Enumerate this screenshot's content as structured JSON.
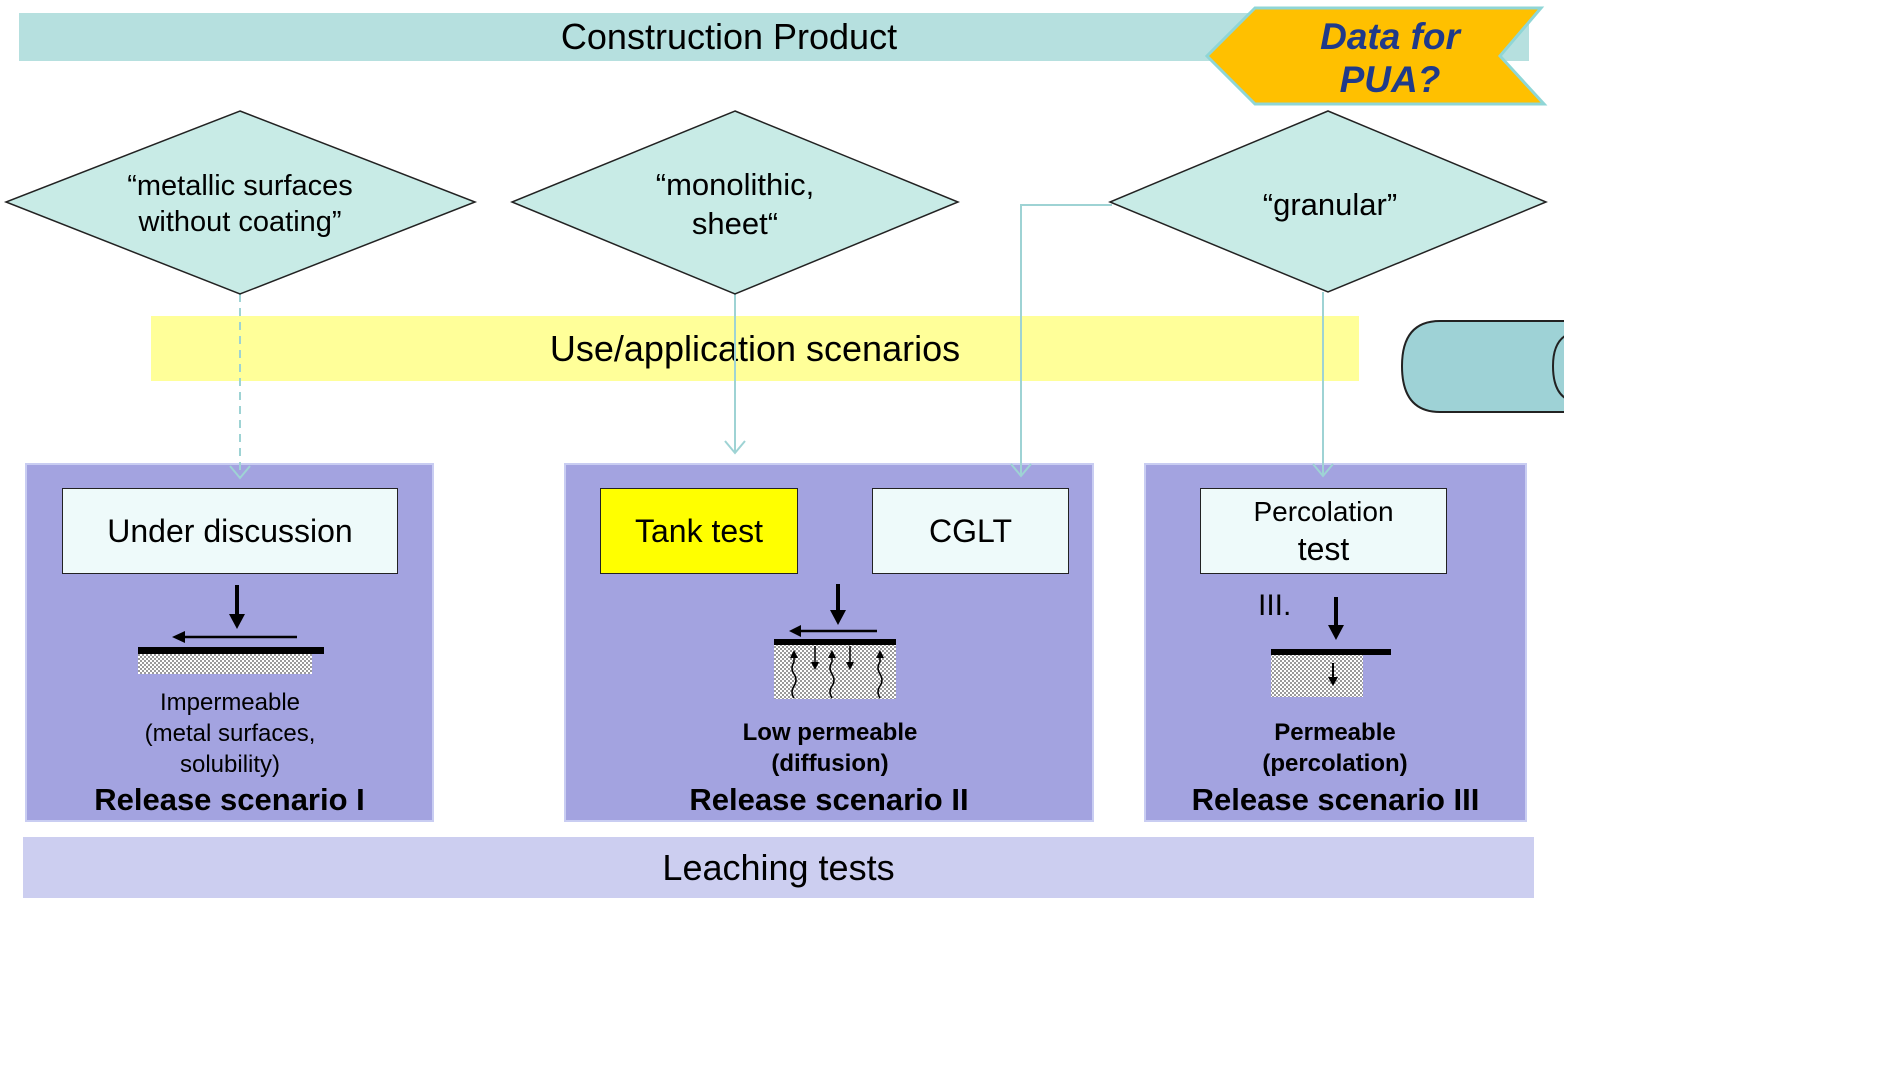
{
  "header": {
    "title": "Construction Product"
  },
  "callout": {
    "text": "Data  for PUA?"
  },
  "product_types": {
    "metallic": "“metallic surfaces without coating”",
    "monolithic": "“monolithic, sheet“",
    "granular": "“granular”"
  },
  "use_band": {
    "label": "Use/application scenarios"
  },
  "scenario_1": {
    "test": "Under discussion",
    "desc_lines": [
      "Impermeable",
      "(metal surfaces,",
      "solubility)"
    ],
    "title": "Release scenario I"
  },
  "scenario_2": {
    "test_a": "Tank test",
    "test_b": "CGLT",
    "desc_lines": [
      "Low permeable",
      "(diffusion)"
    ],
    "title": "Release scenario II"
  },
  "scenario_3": {
    "test_line1": "Percolation",
    "test_line2": "test",
    "marker": "III.",
    "desc_lines": [
      "Permeable",
      "(percolation)"
    ],
    "title": "Release scenario III"
  },
  "footer": {
    "label": "Leaching tests"
  },
  "colors": {
    "teal_band": "#b6e0df",
    "diamond_fill": "#c8ebe6",
    "use_band": "#ffff99",
    "panel": "#a3a3e0",
    "leach_band": "#cccef0",
    "tank_test": "#ffff00",
    "callout_fill": "#ffc000",
    "callout_text": "#1f3a8a",
    "connector": "#9ed3d4"
  }
}
